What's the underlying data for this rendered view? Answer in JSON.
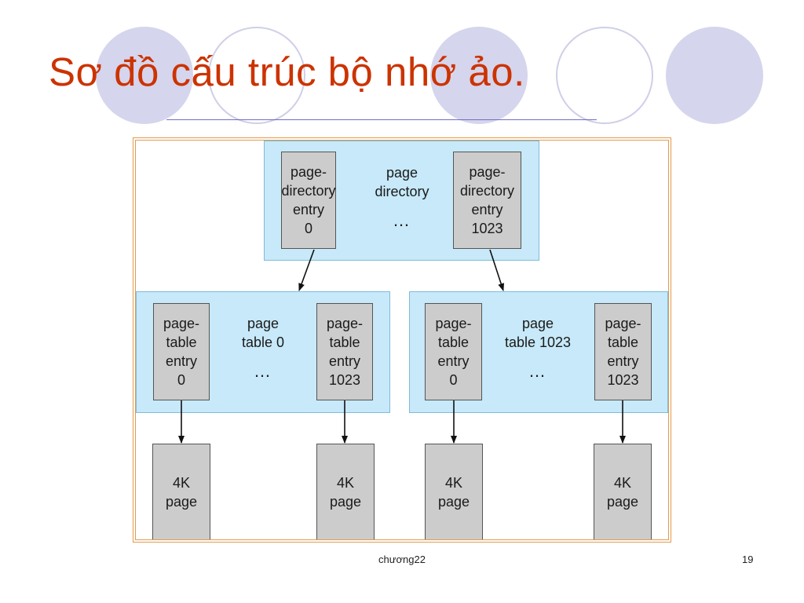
{
  "slide": {
    "title": "Sơ đồ cấu trúc bộ nhớ ảo.",
    "footer_center": "chương22",
    "page_number": "19",
    "colors": {
      "title": "#cc3300",
      "decor_circle": "#d5d5ed",
      "panel": "#c7e9f9",
      "entry": "#cccccc",
      "frame": "#e39a4c"
    }
  },
  "diagram": {
    "directory": {
      "label": "page\ndirectory",
      "ellipsis": "…",
      "entry_first": "page-\ndirectory\nentry\n0",
      "entry_last": "page-\ndirectory\nentry\n1023"
    },
    "table_left": {
      "label": "page\ntable 0",
      "ellipsis": "…",
      "entry_first": "page-\ntable\nentry\n0",
      "entry_last": "page-\ntable\nentry\n1023"
    },
    "table_right": {
      "label": "page\ntable 1023",
      "ellipsis": "…",
      "entry_first": "page-\ntable\nentry\n0",
      "entry_last": "page-\ntable\nentry\n1023"
    },
    "pages": [
      "4K\npage",
      "4K\npage",
      "4K\npage",
      "4K\npage"
    ]
  }
}
